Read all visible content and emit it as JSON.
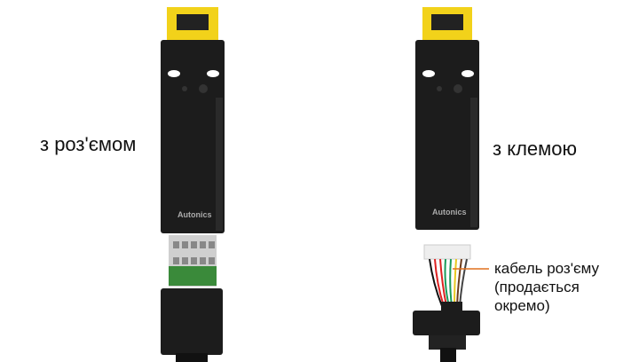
{
  "labels": {
    "connector_variant": "з роз'ємом",
    "terminal_variant": "з клемою"
  },
  "annotation": {
    "line1": "кабель роз'єму",
    "line2": "(продається",
    "line3": "окремо)"
  },
  "devices": {
    "left_brand": "Autonics",
    "right_brand": "Autonics"
  },
  "colors": {
    "yellow": "#f2d21a",
    "body": "#1c1c1c",
    "terminal_green": "#3a8a3a",
    "leader_line": "#e0701e"
  }
}
